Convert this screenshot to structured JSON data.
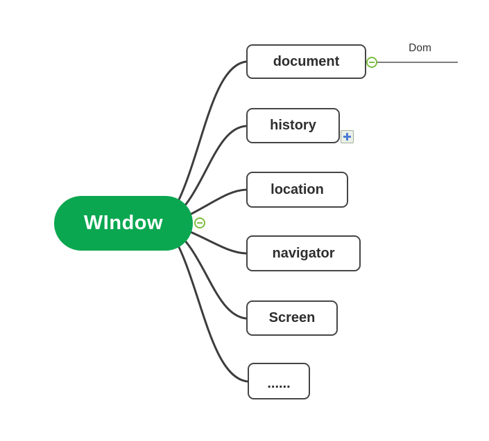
{
  "colors": {
    "root-fill": "#0AA750",
    "root-text": "#FFFFFF",
    "branch": "#3D3D3D",
    "topic-border": "#454545",
    "topic-text": "#2E2E2E",
    "collapse-green": "#7CBD3F",
    "plus-blue": "#4D7CD6",
    "plus-bg": "#EBF1E6",
    "subline-gray": "#7D7D7D"
  },
  "mindmap": {
    "root": {
      "label": "WIndow"
    },
    "topics": [
      {
        "label": "document"
      },
      {
        "label": "history"
      },
      {
        "label": "location"
      },
      {
        "label": "navigator"
      },
      {
        "label": "Screen"
      },
      {
        "label": "......"
      }
    ],
    "subtopics": {
      "dom": {
        "label": "Dom"
      }
    },
    "icons": [
      {
        "name": "root-collapse-icon",
        "glyph": "minus-circle"
      },
      {
        "name": "document-collapse-icon",
        "glyph": "minus-circle"
      },
      {
        "name": "history-expand-icon",
        "glyph": "plus-square"
      }
    ]
  }
}
